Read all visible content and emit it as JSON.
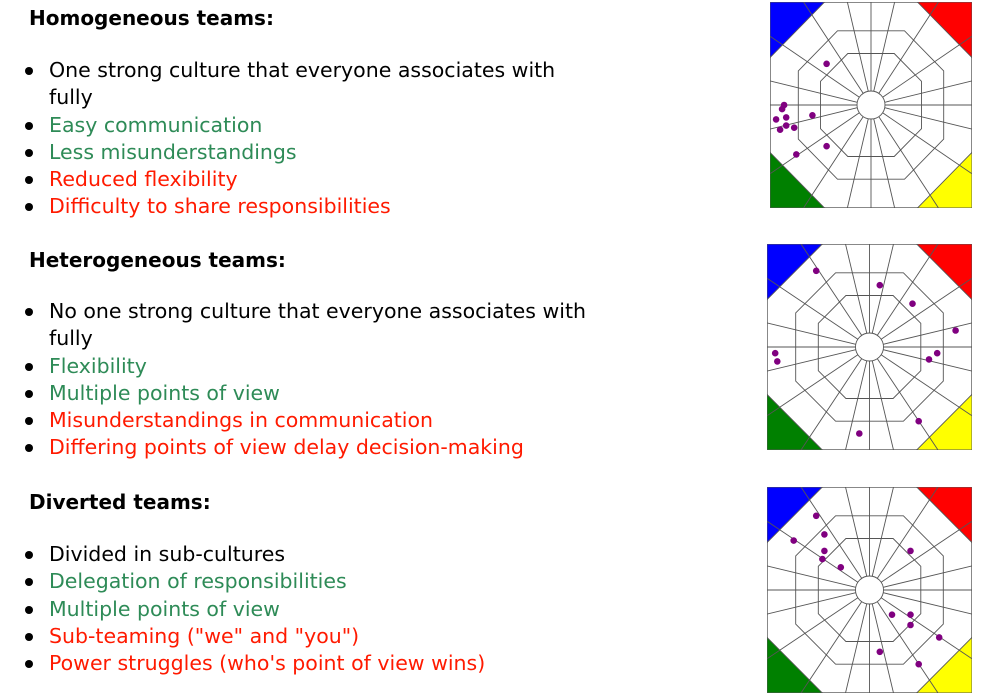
{
  "sections": [
    {
      "heading": "Homogeneous teams:",
      "items": [
        {
          "text": "One strong culture that everyone associates with fully",
          "tone": "black"
        },
        {
          "text": "Easy communication",
          "tone": "green"
        },
        {
          "text": "Less misunderstandings",
          "tone": "green"
        },
        {
          "text": "Reduced flexibility",
          "tone": "red"
        },
        {
          "text": "Difficulty to share responsibilities",
          "tone": "red"
        }
      ]
    },
    {
      "heading": "Heterogeneous teams:",
      "items": [
        {
          "text": "No one strong culture that everyone associates with fully",
          "tone": "black"
        },
        {
          "text": "Flexibility",
          "tone": "green"
        },
        {
          "text": "Multiple points of view",
          "tone": "green"
        },
        {
          "text": "Misunderstandings in communication",
          "tone": "red"
        },
        {
          "text": "Differing points of view delay decision-making",
          "tone": "red"
        }
      ]
    },
    {
      "heading": "Diverted teams:",
      "items": [
        {
          "text": "Divided in sub-cultures",
          "tone": "black"
        },
        {
          "text": "Delegation of responsibilities",
          "tone": "green"
        },
        {
          "text": "Multiple points of view",
          "tone": "green"
        },
        {
          "text": "Sub-teaming (\"we\" and \"you\")",
          "tone": "red"
        },
        {
          "text": "Power struggles (who's point of view wins)",
          "tone": "red"
        }
      ]
    }
  ],
  "tone_colors": {
    "black": "#000000",
    "green": "#2e8b57",
    "red": "#ff1a00"
  },
  "corner_colors": {
    "top_left": "#0000ff",
    "top_right": "#ff0000",
    "bottom_left": "#008000",
    "bottom_right": "#ffff00"
  },
  "dot_color": "#800080",
  "diagrams": [
    {
      "dots": [
        [
          0.28,
          0.3
        ],
        [
          0.07,
          0.5
        ],
        [
          0.06,
          0.52
        ],
        [
          0.08,
          0.56
        ],
        [
          0.03,
          0.57
        ],
        [
          0.08,
          0.6
        ],
        [
          0.12,
          0.61
        ],
        [
          0.05,
          0.62
        ],
        [
          0.21,
          0.55
        ],
        [
          0.28,
          0.7
        ],
        [
          0.13,
          0.74
        ]
      ]
    },
    {
      "dots": [
        [
          0.24,
          0.13
        ],
        [
          0.55,
          0.2
        ],
        [
          0.71,
          0.29
        ],
        [
          0.92,
          0.42
        ],
        [
          0.04,
          0.53
        ],
        [
          0.05,
          0.57
        ],
        [
          0.83,
          0.53
        ],
        [
          0.79,
          0.56
        ],
        [
          0.45,
          0.92
        ],
        [
          0.74,
          0.86
        ]
      ]
    },
    {
      "dots": [
        [
          0.24,
          0.14
        ],
        [
          0.28,
          0.23
        ],
        [
          0.13,
          0.26
        ],
        [
          0.28,
          0.31
        ],
        [
          0.27,
          0.35
        ],
        [
          0.36,
          0.39
        ],
        [
          0.7,
          0.31
        ],
        [
          0.61,
          0.62
        ],
        [
          0.7,
          0.62
        ],
        [
          0.7,
          0.67
        ],
        [
          0.84,
          0.73
        ],
        [
          0.55,
          0.8
        ],
        [
          0.74,
          0.86
        ]
      ]
    }
  ]
}
